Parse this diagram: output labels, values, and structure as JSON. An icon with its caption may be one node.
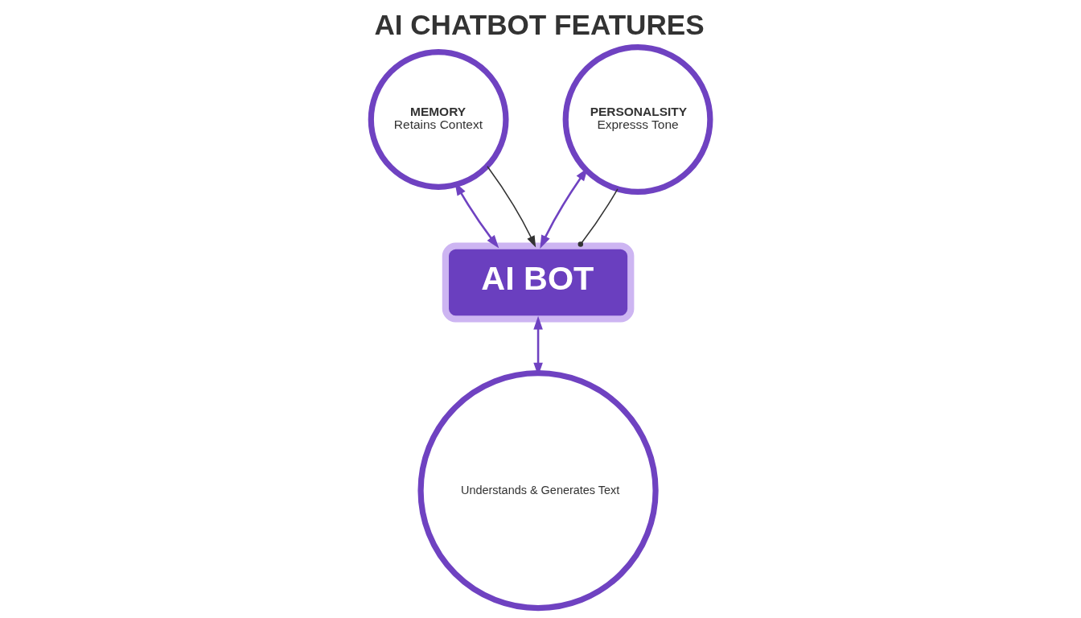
{
  "diagram": {
    "title": "AI CHATBOT FEATURES",
    "nodes": [
      {
        "text": [
          "AI BOT"
        ]
      },
      {
        "text": [
          "MEMORY",
          "Retains Context"
        ]
      },
      {
        "text": [
          "PERSONALSITY",
          "Expresss Tone"
        ]
      },
      {
        "text": [
          "Understands & Generates Text"
        ]
      }
    ],
    "edges": [
      {
        "from": 1,
        "to": 0,
        "arrow": "both"
      },
      {
        "from": 2,
        "to": 0,
        "arrow": "both"
      },
      {
        "from": 0,
        "to": 3,
        "arrow": "both"
      },
      {
        "from": 1,
        "to": 0,
        "arrow": "to",
        "color": "#333333"
      },
      {
        "from": 2,
        "to": 0,
        "arrow": "other",
        "color": "#333333"
      }
    ]
  }
}
